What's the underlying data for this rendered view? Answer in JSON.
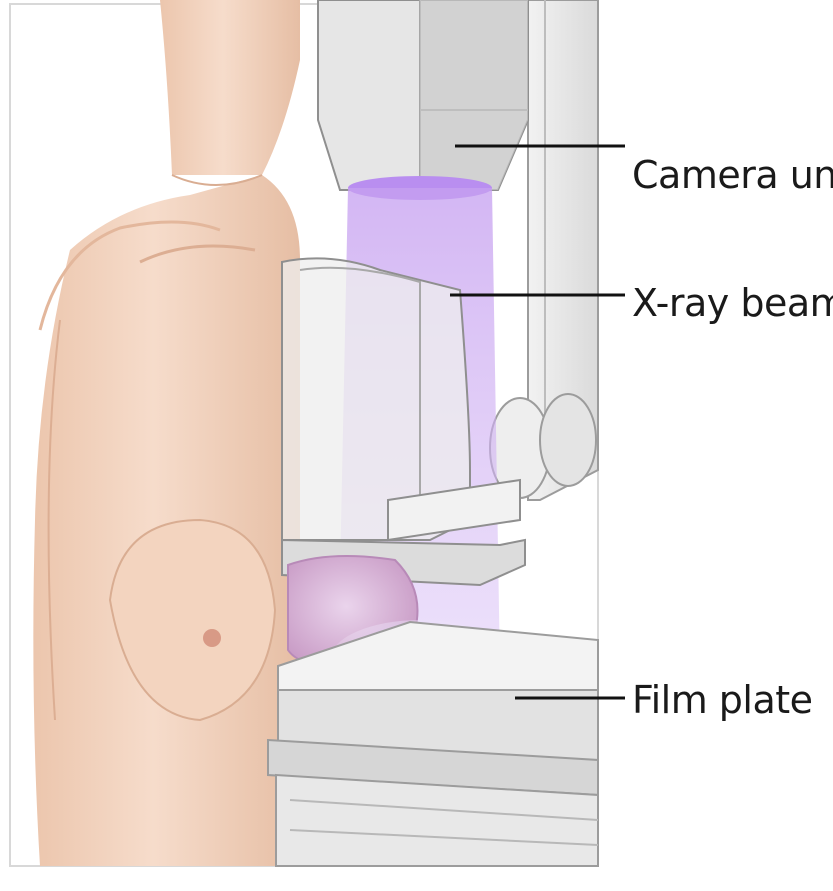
{
  "diagram": {
    "labels": {
      "camera_unit": "Camera unit",
      "xray_beam": "X-ray beam",
      "film_plate": "Film plate"
    },
    "colors": {
      "skin": "#f2d3bd",
      "skin_shadow": "#d9ad92",
      "machine_light": "#f4f4f4",
      "machine_mid": "#d2d2d2",
      "machine_dark": "#9c9c9c",
      "beam": "#c9a6f0",
      "callout_line": "#111111"
    }
  }
}
